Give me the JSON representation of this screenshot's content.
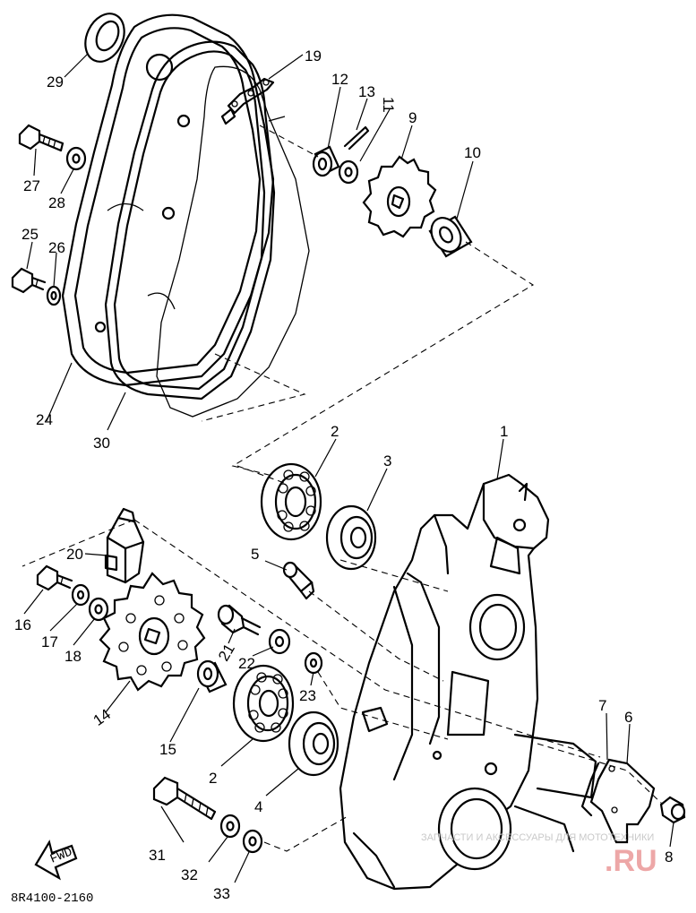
{
  "diagram_code": "8R4100-2160",
  "fwd_label": "FWD",
  "watermark_text": "ЗАПЧАСТИ И АКСЕССУАРЫ ДЛЯ МОТОТЕХНИКИ",
  "watermark_logo": ".RU",
  "callouts": {
    "p1": "1",
    "p2a": "2",
    "p2b": "2",
    "p3": "3",
    "p4": "4",
    "p5": "5",
    "p6": "6",
    "p7": "7",
    "p8": "8",
    "p9": "9",
    "p10": "10",
    "p11": "11",
    "p12": "12",
    "p13": "13",
    "p14": "14",
    "p15": "15",
    "p16": "16",
    "p17": "17",
    "p18": "18",
    "p19": "19",
    "p20": "20",
    "p21": "21",
    "p22": "22",
    "p23": "23",
    "p24": "24",
    "p25": "25",
    "p26": "26",
    "p27": "27",
    "p28": "28",
    "p29": "29",
    "p30": "30",
    "p31": "31",
    "p32": "32",
    "p33": "33"
  },
  "colors": {
    "line": "#000000",
    "background": "#ffffff",
    "watermark": "#e06060"
  }
}
